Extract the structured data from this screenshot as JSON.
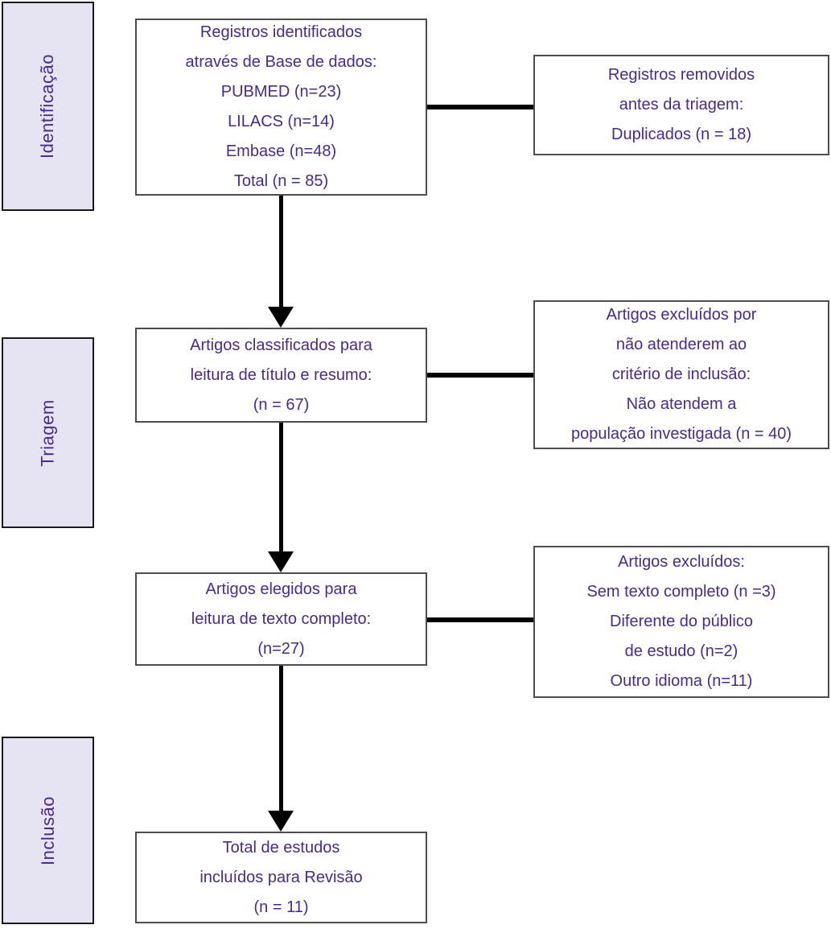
{
  "diagram": {
    "stages": [
      {
        "label": "Identificação"
      },
      {
        "label": "Triagem"
      },
      {
        "label": "Inclusão"
      }
    ],
    "main_boxes": [
      {
        "lines": [
          "Registros identificados",
          "através de Base de dados:",
          "PUBMED (n=23)",
          "LILACS (n=14)",
          "Embase (n=48)",
          "Total (n = 85)"
        ]
      },
      {
        "lines": [
          "Artigos classificados para",
          "leitura de título e resumo:",
          "(n = 67)"
        ]
      },
      {
        "lines": [
          "Artigos elegidos para",
          "leitura de texto completo:",
          "(n=27)"
        ]
      },
      {
        "lines": [
          "Total de estudos",
          "incluídos para Revisão",
          "(n = 11)"
        ]
      }
    ],
    "side_boxes": [
      {
        "lines": [
          "Registros removidos",
          "antes da triagem:",
          "Duplicados (n = 18)"
        ]
      },
      {
        "lines": [
          "Artigos excluídos por",
          "não atenderem ao",
          "critério de inclusão:",
          "Não atendem a",
          "população investigada (n = 40)"
        ]
      },
      {
        "lines": [
          "Artigos excluídos:",
          "Sem texto completo (n =3)",
          "Diferente do público",
          "de estudo (n=2)",
          "Outro idioma (n=11)"
        ]
      }
    ],
    "colors": {
      "text": "#4a2a8c",
      "stage_fill": "#e6e4f2",
      "stage_border": "#1a1a1a",
      "box_border": "#4d4d4d",
      "connector": "#000000",
      "background": "#ffffff"
    }
  }
}
